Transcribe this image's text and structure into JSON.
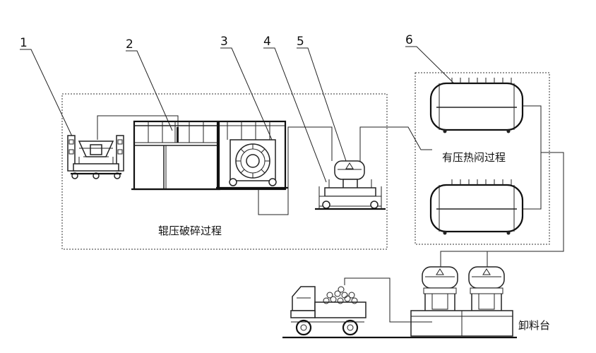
{
  "labels": {
    "n1": "1",
    "n2": "2",
    "n3": "3",
    "n4": "4",
    "n5": "5",
    "n6": "6"
  },
  "captions": {
    "roll_crushing": "辊压破碎过程",
    "pressure_steaming": "有压热闷过程",
    "unloading_platform": "卸料台"
  }
}
